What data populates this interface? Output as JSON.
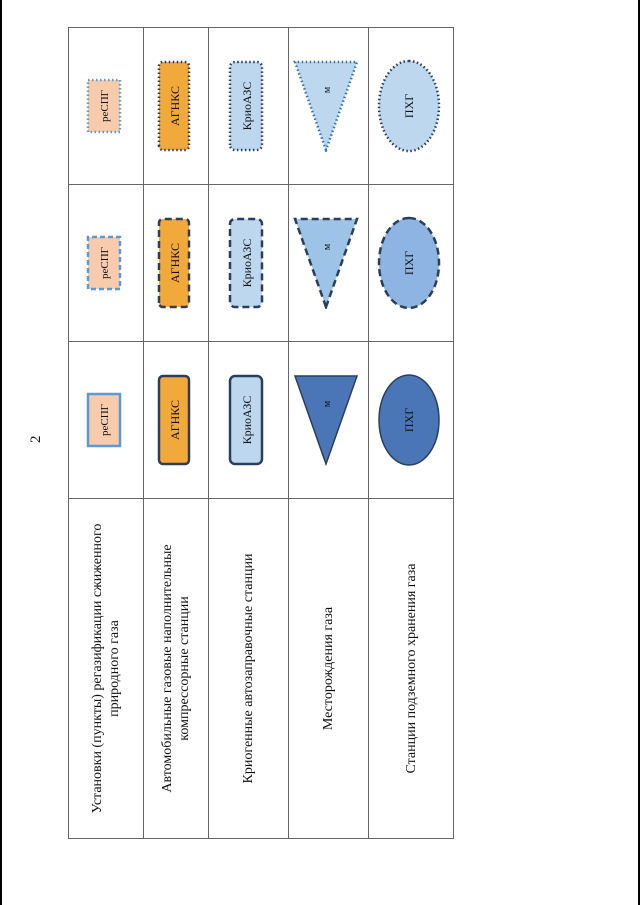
{
  "page_number": "2",
  "rows": [
    {
      "name": "Установки (пункты) регазификации сжиженного природного газа",
      "label": "реСПГ",
      "fill": "#f8cbad",
      "stroke": "#5b9bd5"
    },
    {
      "name": "Автомобильные газовые наполнительные компрессорные станции",
      "label": "АГНКС",
      "fill": "#f2a93b",
      "stroke": "#2b3f5c"
    },
    {
      "name": "Криогенные автозаправочные станции",
      "label": "КриоАЗС",
      "fill": "#bdd7ee",
      "stroke": "#2b3f5c"
    },
    {
      "name": "Месторождения газа",
      "label": "м",
      "fill_existing": "#4a76b8",
      "fill_planned": "#9dc3e6",
      "fill_perspective": "#bdd7ee",
      "stroke": "#2b3f5c"
    },
    {
      "name": "Станции подземного хранения газа",
      "label": "ПХГ",
      "fill_existing": "#4a76b8",
      "fill_planned": "#8eb4e3",
      "fill_perspective": "#bdd7ee",
      "stroke": "#2b3f5c"
    }
  ]
}
